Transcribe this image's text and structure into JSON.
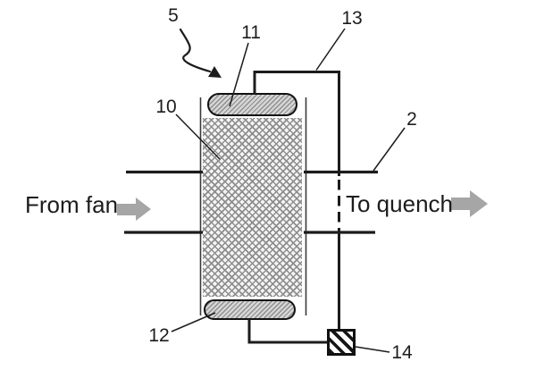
{
  "diagram": {
    "reference_labels": {
      "five": "5",
      "eleven": "11",
      "thirteen": "13",
      "ten": "10",
      "two": "2",
      "twelve": "12",
      "fourteen": "14"
    },
    "flow_labels": {
      "inlet": "From fan",
      "outlet": "To quench"
    },
    "colors": {
      "line": "#1c1c1c",
      "arrow": "#a6a6a6",
      "hatch": "#8d8d8d",
      "mesh_background": "#f4f4f4"
    }
  }
}
